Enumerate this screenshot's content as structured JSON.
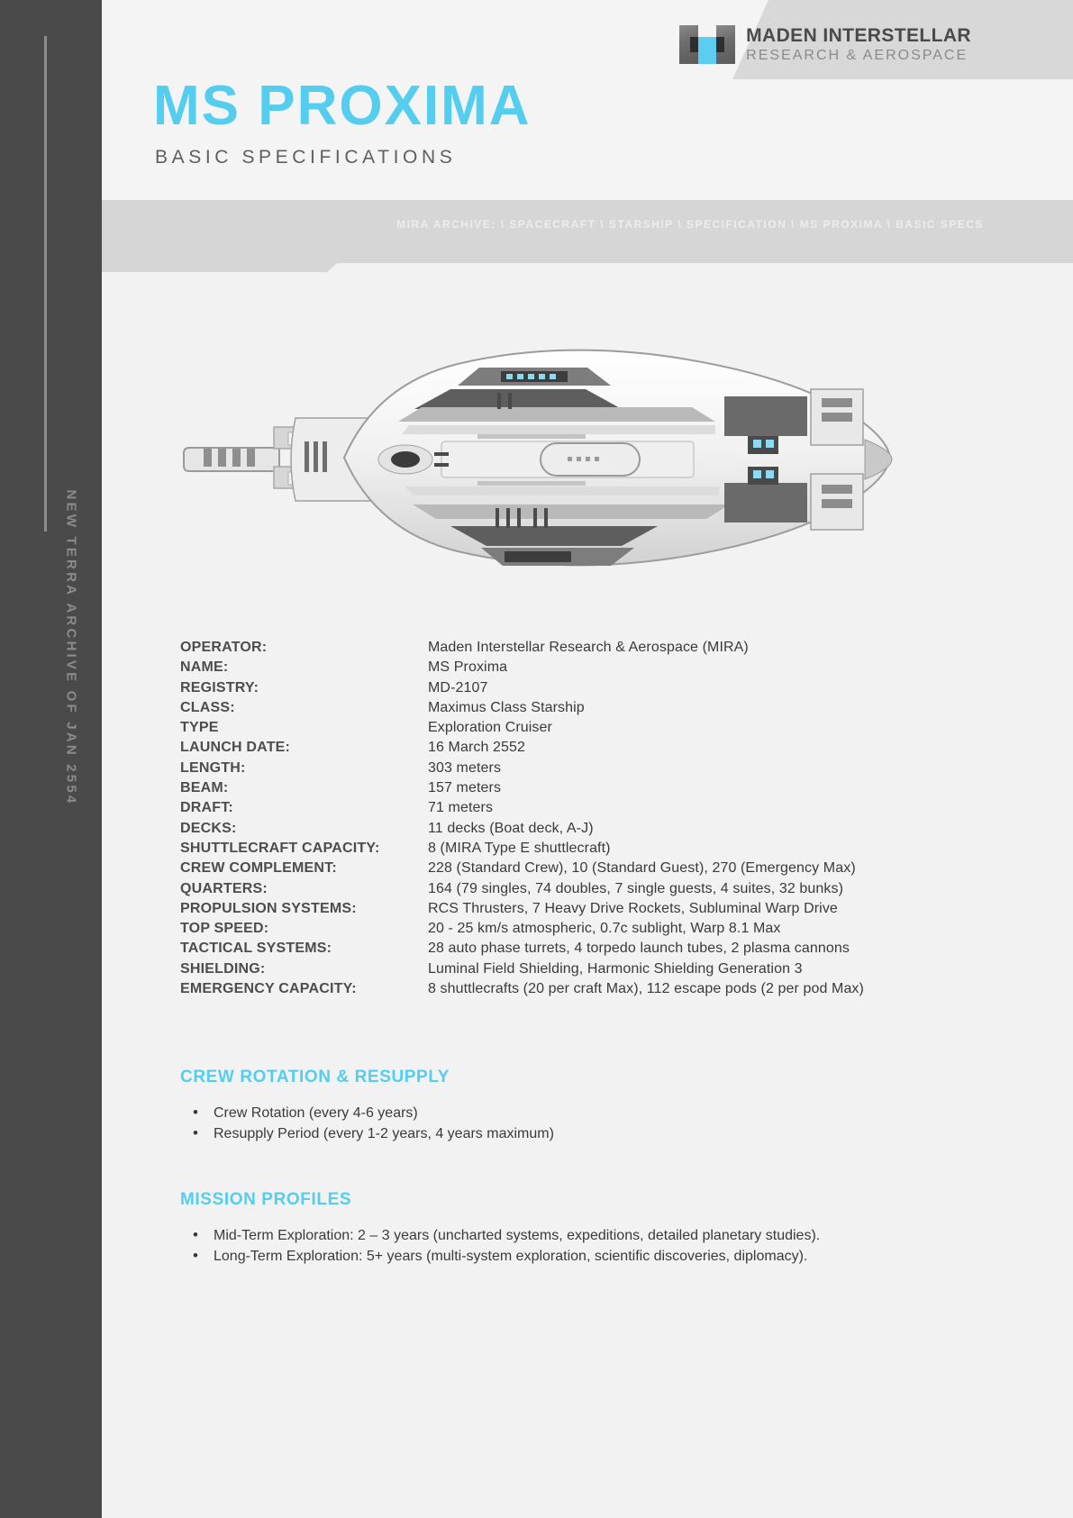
{
  "brand": {
    "name": "MADEN INTERSTELLAR",
    "tagline": "RESEARCH & AEROSPACE",
    "accent_color": "#54cdee",
    "logo_icon": "maden-h-logo-icon"
  },
  "header": {
    "title": "MS PROXIMA",
    "subtitle": "BASIC SPECIFICATIONS"
  },
  "breadcrumb": {
    "text": "MIRA ARCHIVE: \\ SPACECRAFT \\ STARSHIP \\ SPECIFICATION \\ MS PROXIMA \\ BASIC SPECS"
  },
  "sidebar": {
    "vertical_label": "NEW TERRA ARCHIVE OF JAN 2554"
  },
  "illustration": {
    "alt": "ms-proxima-starship-top-view"
  },
  "specs": [
    {
      "label": "OPERATOR:",
      "value": "Maden Interstellar Research & Aerospace (MIRA)"
    },
    {
      "label": "NAME:",
      "value": "MS Proxima"
    },
    {
      "label": "REGISTRY:",
      "value": "MD-2107"
    },
    {
      "label": "CLASS:",
      "value": "Maximus Class Starship"
    },
    {
      "label": "TYPE",
      "value": "Exploration Cruiser"
    },
    {
      "label": "LAUNCH DATE:",
      "value": "16 March 2552"
    },
    {
      "label": "LENGTH:",
      "value": "303 meters"
    },
    {
      "label": "BEAM:",
      "value": "157 meters"
    },
    {
      "label": "DRAFT:",
      "value": "71 meters"
    },
    {
      "label": "DECKS:",
      "value": "11 decks (Boat deck, A-J)"
    },
    {
      "label": "SHUTTLECRAFT CAPACITY:",
      "value": "8 (MIRA Type E shuttlecraft)"
    },
    {
      "label": "CREW COMPLEMENT:",
      "value": "228 (Standard Crew), 10 (Standard Guest), 270 (Emergency Max)"
    },
    {
      "label": "QUARTERS:",
      "value": "164 (79 singles, 74 doubles, 7 single guests, 4 suites, 32 bunks)"
    },
    {
      "label": "PROPULSION SYSTEMS:",
      "value": "RCS Thrusters, 7 Heavy Drive Rockets, Subluminal Warp Drive"
    },
    {
      "label": "TOP SPEED:",
      "value": "20 - 25 km/s atmospheric, 0.7c sublight, Warp 8.1 Max"
    },
    {
      "label": "TACTICAL SYSTEMS:",
      "value": "28 auto phase turrets, 4 torpedo launch tubes, 2 plasma cannons"
    },
    {
      "label": "SHIELDING:",
      "value": "Luminal Field Shielding, Harmonic Shielding Generation 3"
    },
    {
      "label": "EMERGENCY CAPACITY:",
      "value": "8 shuttlecrafts (20 per craft Max), 112 escape pods (2 per pod Max)"
    }
  ],
  "sections": [
    {
      "heading": "CREW ROTATION & RESUPPLY",
      "items": [
        "Crew Rotation (every 4-6 years)",
        "Resupply Period (every 1-2 years, 4 years maximum)"
      ]
    },
    {
      "heading": "MISSION PROFILES",
      "items": [
        "Mid-Term Exploration: 2 – 3 years (uncharted systems, expeditions, detailed planetary studies).",
        "Long-Term Exploration: 5+ years (multi-system exploration, scientific discoveries, diplomacy)."
      ]
    }
  ]
}
